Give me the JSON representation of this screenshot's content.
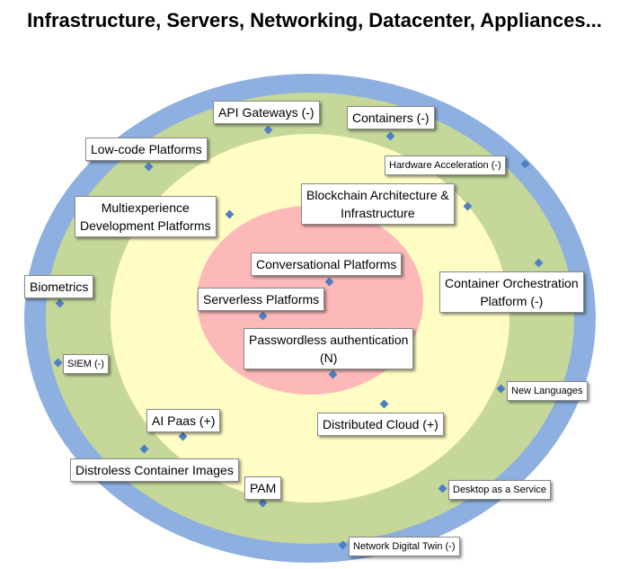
{
  "title": "Infrastructure, Servers, Networking, Datacenter, Appliances...",
  "colors": {
    "outer_ring": "#8db0e0",
    "middle_ring": "#c5d89a",
    "inner_ring": "#fffcc4",
    "core": "#fdb9b9",
    "marker": "#4f7fc0"
  },
  "items": {
    "api_gateways": "API Gateways (-)",
    "containers": "Containers (-)",
    "low_code_platforms": "Low-code Platforms",
    "hardware_acceleration": "Hardware Acceleration (-)",
    "blockchain_line1": "Blockchain Architecture &",
    "blockchain_line2": "Infrastructure",
    "multiexperience_line1": "Multiexperience",
    "multiexperience_line2": "Development Platforms",
    "conversational_platforms": "Conversational Platforms",
    "biometrics": "Biometrics",
    "container_orchestration_line1": "Container Orchestration",
    "container_orchestration_line2": "Platform (-)",
    "serverless_platforms": "Serverless Platforms",
    "passwordless_line1": "Passwordless authentication",
    "passwordless_line2": "(N)",
    "siem": "SIEM (-)",
    "new_languages": "New Languages",
    "ai_paas": "AI Paas (+)",
    "distributed_cloud": "Distributed Cloud  (+)",
    "distroless_container_images": "Distroless Container Images",
    "pam": "PAM",
    "desktop_as_a_service": "Desktop as a Service",
    "network_digital_twin": "Network Digital Twin  (-)"
  }
}
